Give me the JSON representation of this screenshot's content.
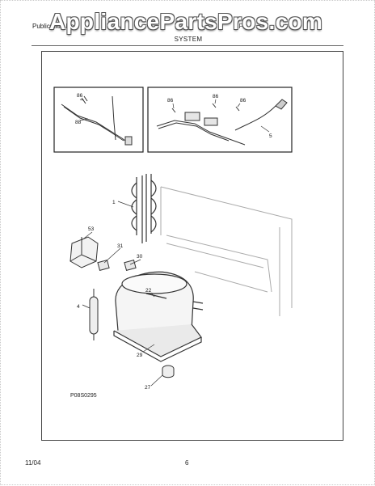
{
  "header": {
    "publication_label": "Publication No:",
    "watermark": "AppliancePartsPros.com",
    "model_partial": "LFC",
    "section_title": "SYSTEM"
  },
  "callouts": {
    "inset_left_top": "86",
    "inset_left_bottom": "88",
    "inset_right_a": "86",
    "inset_right_b": "86",
    "inset_right_c": "86",
    "inset_right_wire": "5",
    "condenser": "1",
    "relay_cover": "53",
    "overload": "31",
    "relay": "30",
    "compressor_label": "22",
    "drier": "4",
    "compressor": "29",
    "grommet": "27"
  },
  "diagram_code": "P08S0295",
  "footer": {
    "date": "11/04",
    "page_number": "6"
  }
}
